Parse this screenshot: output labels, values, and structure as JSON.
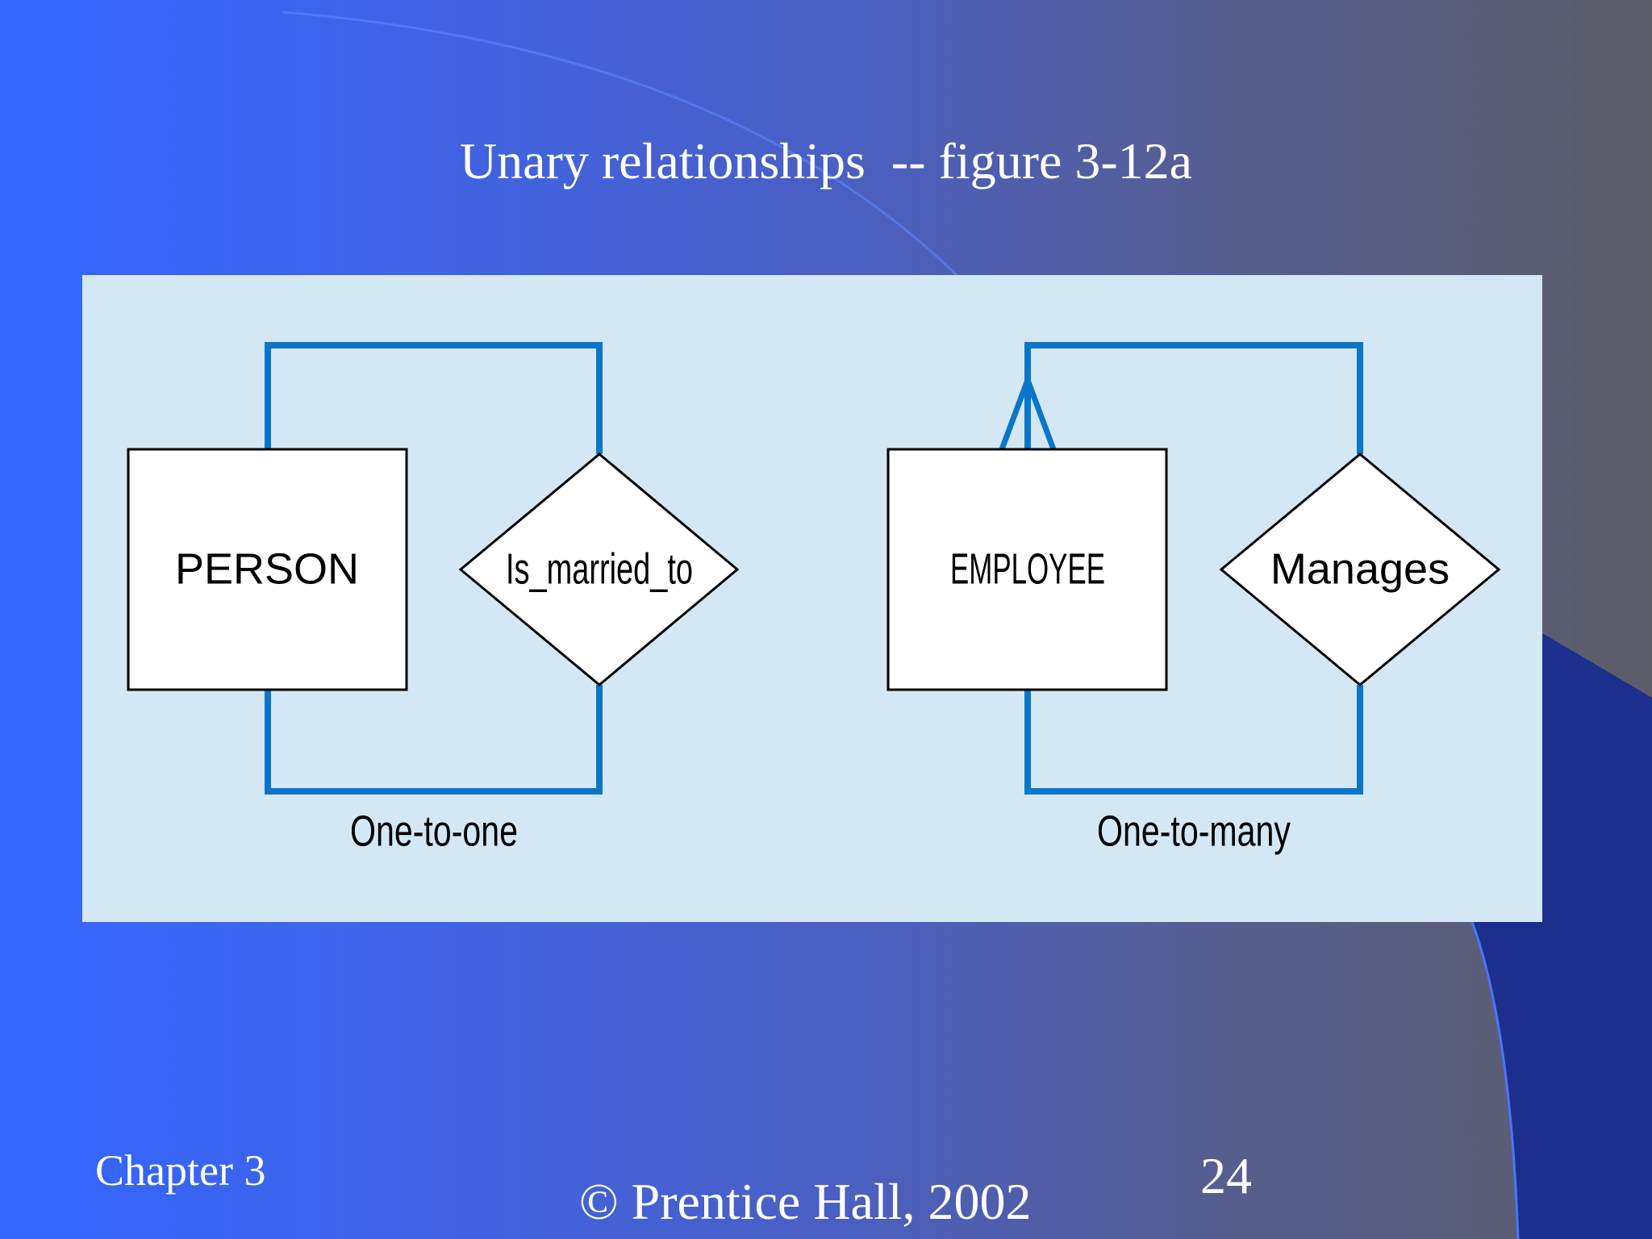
{
  "slide": {
    "title": "Unary relationships  -- figure 3-12a",
    "footer_chapter": "Chapter 3",
    "footer_copyright": "© Prentice Hall, 2002",
    "page_number": "24"
  },
  "diagram": {
    "one_to_one": {
      "entity": "PERSON",
      "relationship": "Is_married_to",
      "caption": "One-to-one"
    },
    "one_to_many": {
      "entity": "EMPLOYEE",
      "relationship": "Manages",
      "caption": "One-to-many"
    }
  },
  "colors": {
    "panel": "#d4e7f5",
    "connector": "#0b76c8",
    "accent_shape": "#1c2f8c"
  }
}
